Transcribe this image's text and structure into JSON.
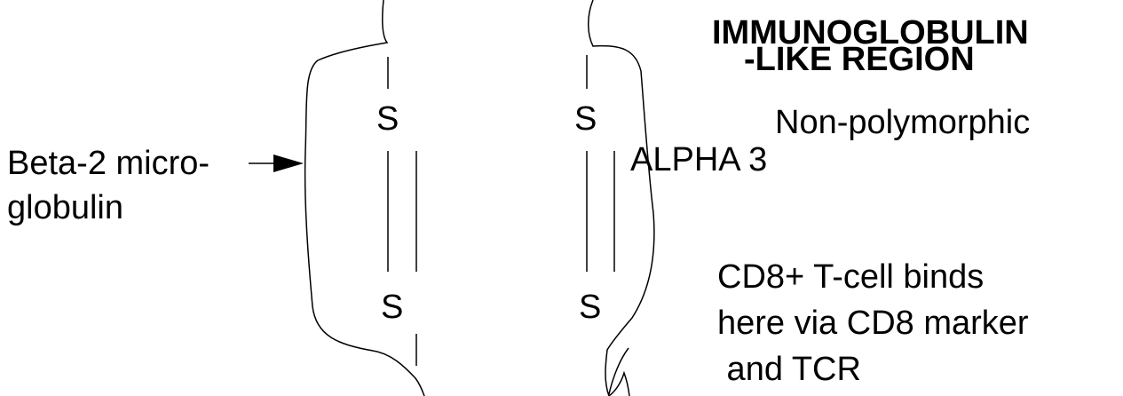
{
  "heading": {
    "line1": "IMMUNOGLOBULIN",
    "line2": "-LIKE REGION"
  },
  "labels": {
    "non_polymorphic": "Non-polymorphic",
    "alpha3": "ALPHA 3",
    "beta2_line1": "Beta-2 micro-",
    "beta2_line2": "globulin",
    "cd8_line1": "CD8+ T-cell binds",
    "cd8_line2": "here via CD8 marker",
    "cd8_line3": " and TCR"
  },
  "bonds": {
    "left_top": "S",
    "left_bottom": "S",
    "right_top": "S",
    "right_bottom": "S"
  }
}
